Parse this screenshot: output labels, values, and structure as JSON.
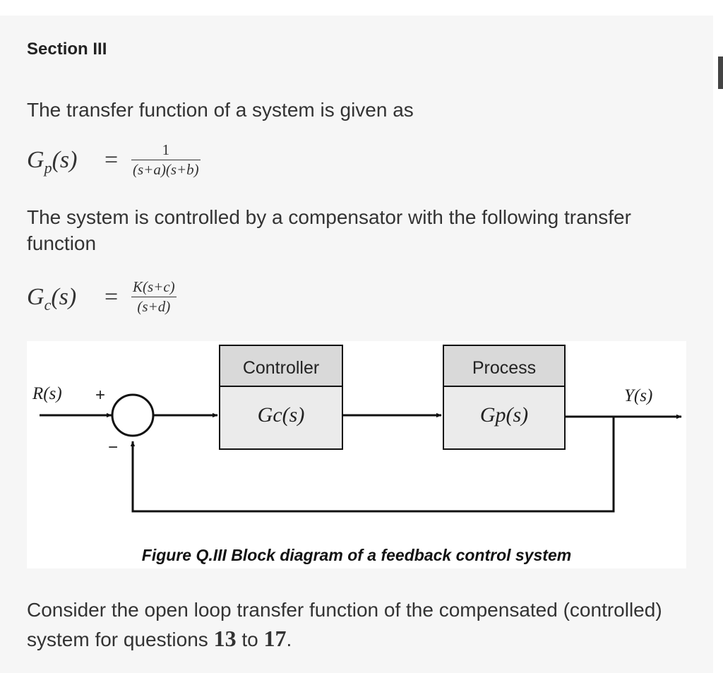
{
  "section": {
    "title": "Section III"
  },
  "intro": {
    "text": "The transfer function of a system is given as"
  },
  "gp_eq": {
    "lhs_symbol": "G",
    "lhs_sub": "p",
    "lhs_arg": "(s)",
    "equals": "=",
    "numerator": "1",
    "denominator": "(s+a)(s+b)"
  },
  "compensator": {
    "text": "The system is controlled by a compensator with the following transfer function"
  },
  "gc_eq": {
    "lhs_symbol": "G",
    "lhs_sub": "c",
    "lhs_arg": "(s)",
    "equals": "=",
    "numerator": "K(s+c)",
    "denominator": "(s+d)"
  },
  "diagram": {
    "input_label": "R(s)",
    "plus_sign": "+",
    "minus_sign": "−",
    "controller_title": "Controller",
    "controller_tf": "Gc(s)",
    "process_title": "Process",
    "process_tf": "Gp(s)",
    "output_label": "Y(s)",
    "caption": "Figure Q.III Block diagram of a feedback control system",
    "block_header_color": "#d9d9d9",
    "block_body_color": "#ebebeb"
  },
  "closing": {
    "text_before": "Consider the open loop transfer function of the compensated (controlled) system for questions ",
    "q_start": "13",
    "mid": " to ",
    "q_end": "17",
    "text_after": "."
  }
}
